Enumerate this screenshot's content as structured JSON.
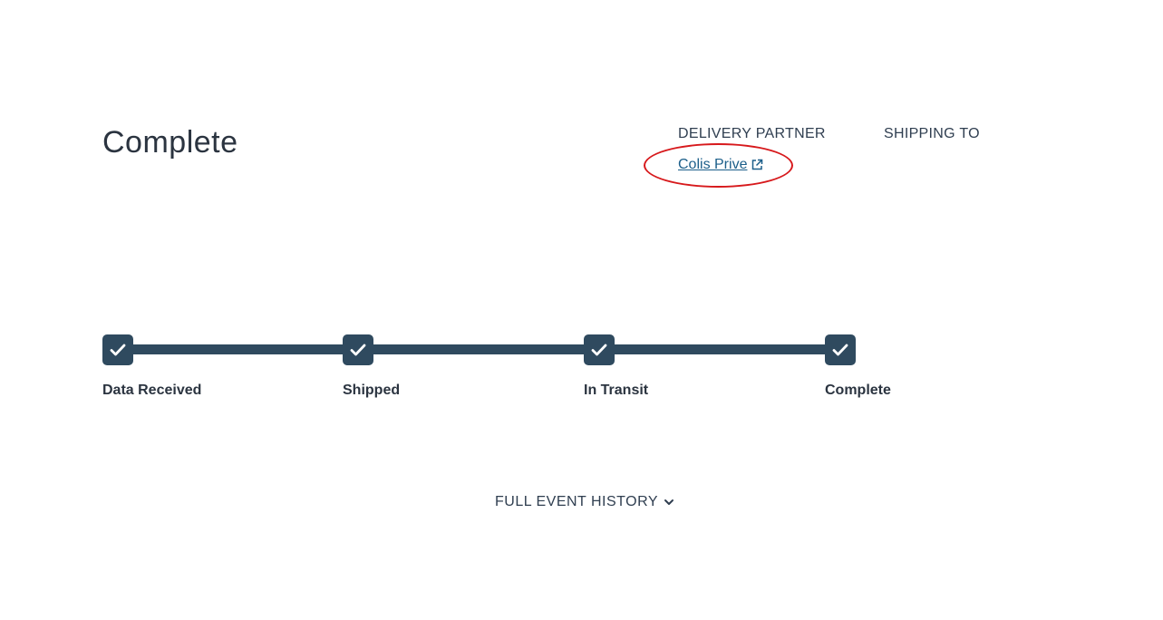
{
  "status": {
    "title": "Complete"
  },
  "info": {
    "delivery_partner_label": "DELIVERY PARTNER",
    "delivery_partner_name": "Colis Prive",
    "shipping_to_label": "SHIPPING TO"
  },
  "progress": {
    "steps": [
      {
        "label": "Data Received",
        "icon": "check-icon"
      },
      {
        "label": "Shipped",
        "icon": "check-icon"
      },
      {
        "label": "In Transit",
        "icon": "check-icon"
      },
      {
        "label": "Complete",
        "icon": "check-icon"
      }
    ]
  },
  "history": {
    "toggle_label": "FULL EVENT HISTORY",
    "icon": "chevron-down-icon"
  },
  "colors": {
    "accent": "#2f4a5f",
    "link": "#1c5f8a",
    "highlight": "#d7191c"
  }
}
